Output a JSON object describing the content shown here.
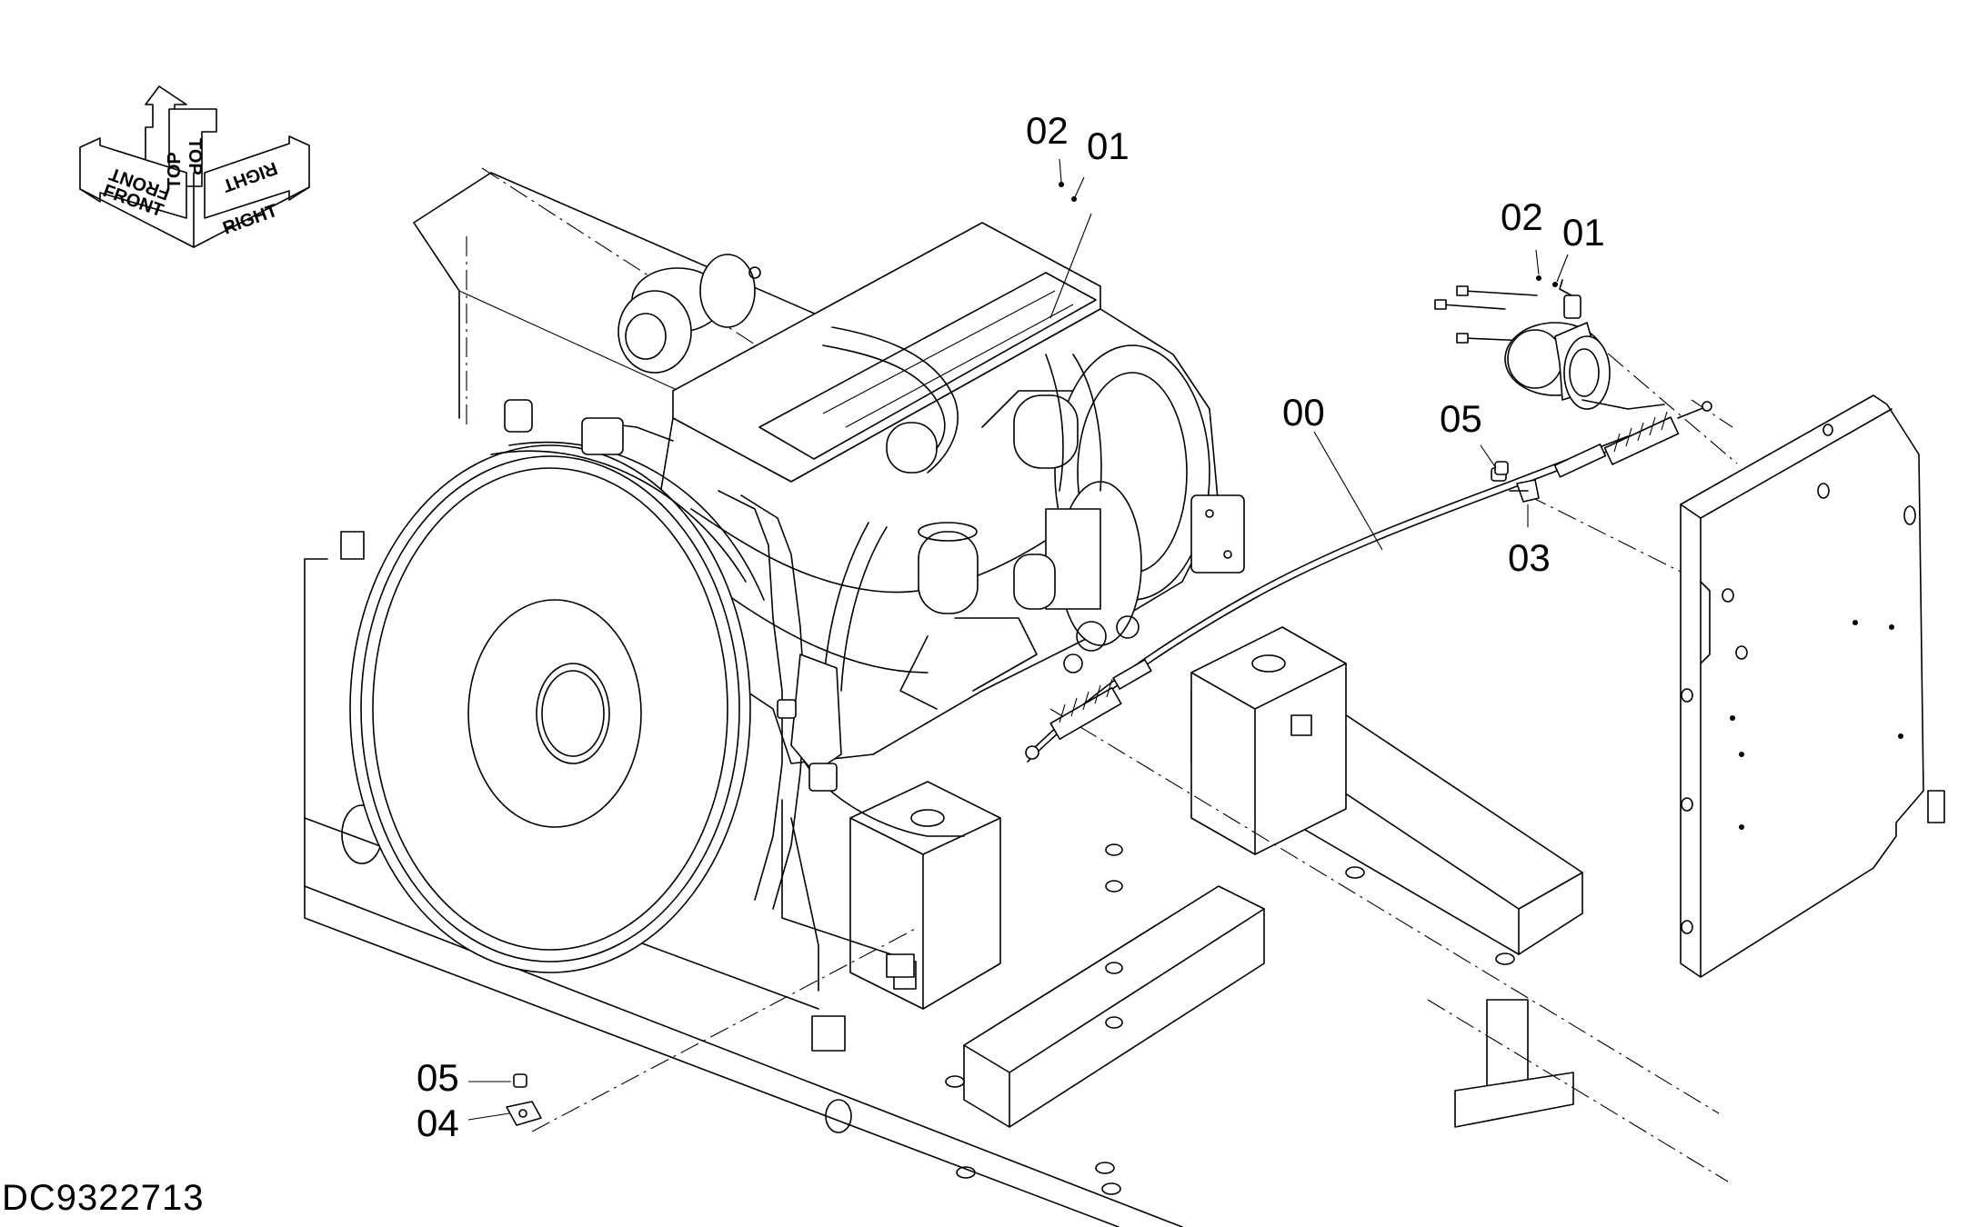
{
  "orientation": {
    "front": "FRONT",
    "top": "TOP",
    "right": "RIGHT",
    "front_mirror": "FRONT",
    "top_mirror": "TOP",
    "right_mirror": "RIGHT"
  },
  "callouts": {
    "c00": "00",
    "c01_engine": "01",
    "c02_engine": "02",
    "c01_bracket": "01",
    "c02_bracket": "02",
    "c03": "03",
    "c04": "04",
    "c05_bracket": "05",
    "c05_clamp": "05"
  },
  "drawing_number": "DC9322713"
}
